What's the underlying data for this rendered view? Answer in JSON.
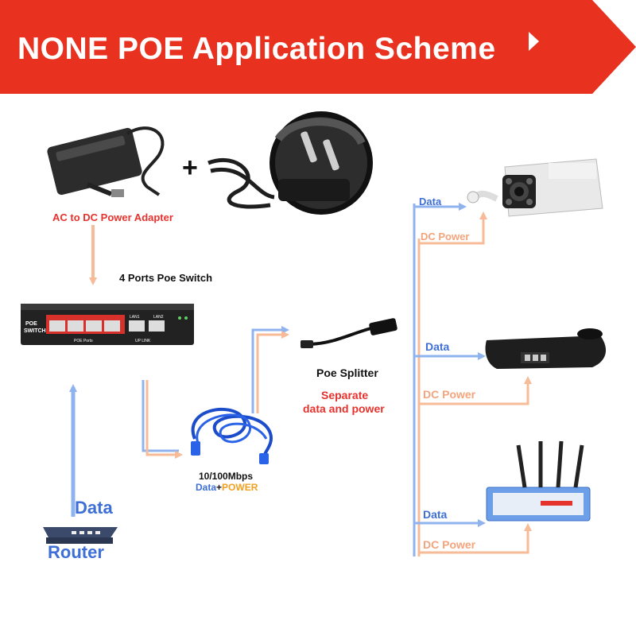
{
  "banner": {
    "title": "NONE POE Application Scheme",
    "color": "#e8321f"
  },
  "labels": {
    "adapter": "AC to DC Power Adapter",
    "plus": "+",
    "switch_name": "4 Ports Poe Switch",
    "splitter": "Poe Splitter",
    "separate_line1": "Separate",
    "separate_line2": "data and power",
    "cable_speed": "10/100Mbps",
    "cable_data": "Data",
    "cable_plus": "+",
    "cable_power": "POWER",
    "router_data": "Data",
    "router": "Router",
    "camera_data": "Data",
    "camera_power": "DC Power",
    "phone_data": "Data",
    "phone_power": "DC Power",
    "ap_data": "Data",
    "ap_power": "DC Power"
  },
  "switch_panel": {
    "brand_line1": "POE",
    "brand_line2": "SWITCH",
    "port_group": "POE Ports",
    "lan1": "LAN1",
    "lan2": "LAN2",
    "uplink": "UP LINK"
  },
  "colors": {
    "data_line": "#8fb3ee",
    "power_line": "#f7bb97",
    "text_red": "#e6322d",
    "text_blue": "#3d6fd6"
  },
  "icons": [
    "power-adapter-icon",
    "power-cord-icon",
    "plug-icon",
    "poe-switch-icon",
    "router-icon",
    "network-cable-icon",
    "poe-splitter-icon",
    "ip-camera-icon",
    "ip-phone-icon",
    "wireless-ap-icon"
  ]
}
